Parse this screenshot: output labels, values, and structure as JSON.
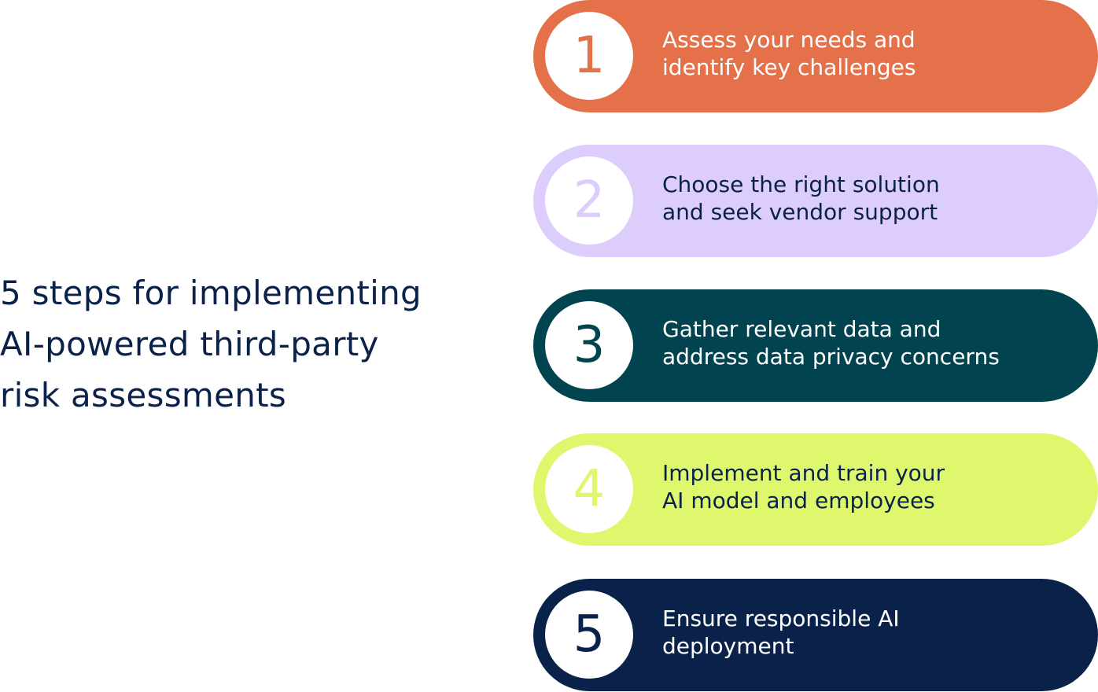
{
  "title": {
    "lines": [
      "5 steps for implementing",
      "AI-powered third-party",
      "risk assessments"
    ]
  },
  "steps": [
    {
      "number": "1",
      "lines": [
        "Assess your needs and",
        "identify key challenges"
      ],
      "color": "#E4714A",
      "text_color": "#FFFFFF"
    },
    {
      "number": "2",
      "lines": [
        "Choose the right solution",
        "and seek vendor support"
      ],
      "color": "#DCCDFC",
      "text_color": "#0A2249"
    },
    {
      "number": "3",
      "lines": [
        "Gather relevant data and",
        "address data privacy concerns"
      ],
      "color": "#01444F",
      "text_color": "#FFFFFF"
    },
    {
      "number": "4",
      "lines": [
        "Implement and train your",
        "AI model and employees"
      ],
      "color": "#DEF76C",
      "text_color": "#0A2249"
    },
    {
      "number": "5",
      "lines": [
        "Ensure responsible AI",
        "deployment"
      ],
      "color": "#0A2249",
      "text_color": "#FFFFFF"
    }
  ]
}
